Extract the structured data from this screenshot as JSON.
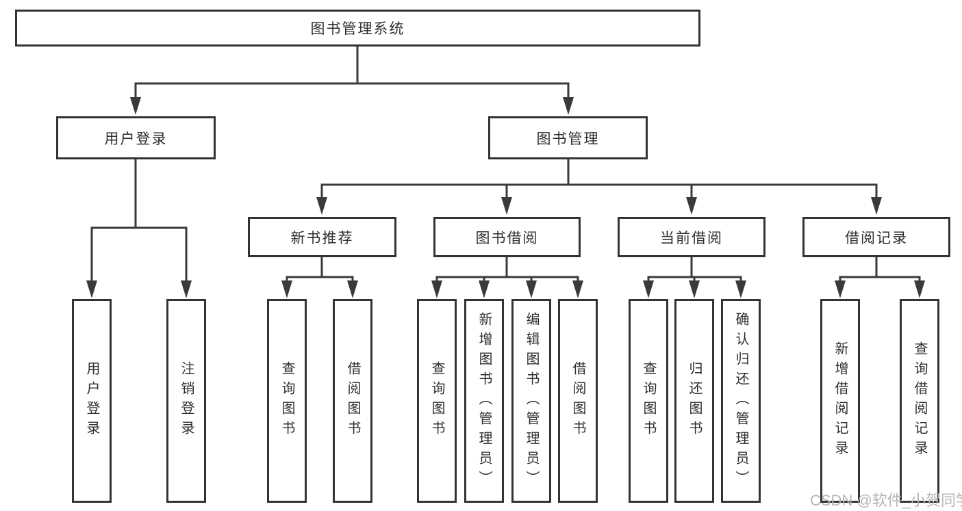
{
  "tree": {
    "root": "图书管理系统",
    "login_branch": {
      "label": "用户登录",
      "children": [
        "用户登录",
        "注销登录"
      ]
    },
    "management_branch": {
      "label": "图书管理",
      "groups": [
        {
          "label": "新书推荐",
          "children": [
            "查询图书",
            "借阅图书"
          ]
        },
        {
          "label": "图书借阅",
          "children": [
            "查询图书",
            "新增图书（管理员）",
            "编辑图书（管理员）",
            "借阅图书"
          ]
        },
        {
          "label": "当前借阅",
          "children": [
            "查询图书",
            "归还图书",
            "确认归还（管理员）"
          ]
        },
        {
          "label": "借阅记录",
          "children": [
            "新增借阅记录",
            "查询借阅记录"
          ]
        }
      ]
    }
  },
  "watermark": {
    "text": "CSDN @软件_小贺同学",
    "color": "#b5b5b5"
  },
  "colors": {
    "line": "#3a3a3a",
    "box_border": "#333333",
    "text": "#2e2e2e",
    "background": "#ffffff"
  }
}
